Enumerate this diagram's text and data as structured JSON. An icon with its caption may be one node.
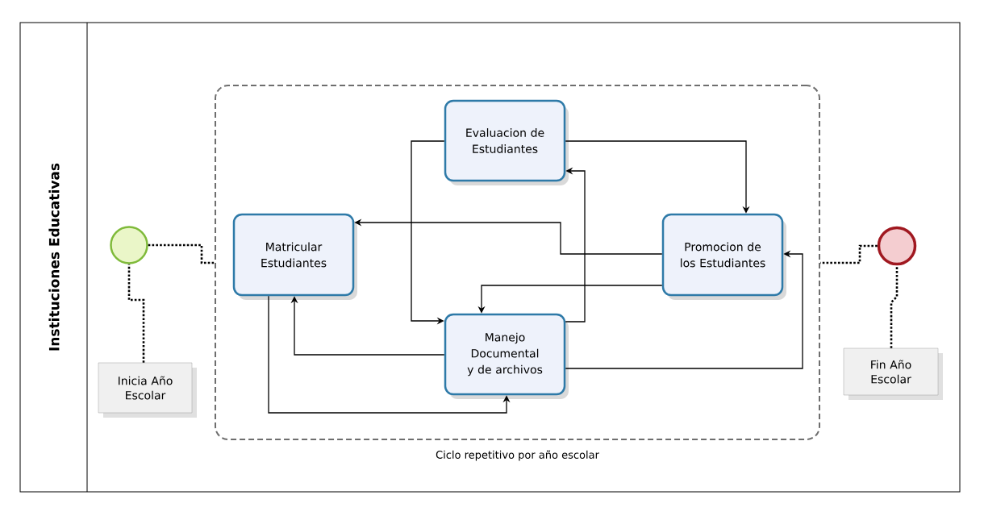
{
  "diagram": {
    "nodes": [
      {
        "text": [
          "Instituciones Educativas"
        ]
      },
      {
        "text": [
          "Ciclo repetitivo por año escolar"
        ],
        "in": 0
      },
      {
        "text": [],
        "shape": "circle",
        "in": 0
      },
      {
        "text": [
          "Inicia Año Escolar"
        ],
        "in": 0
      },
      {
        "text": [
          "Matricular Estudiantes"
        ],
        "in": 1
      },
      {
        "text": [
          "Evaluacion de Estudiantes"
        ],
        "in": 1
      },
      {
        "text": [
          "Manejo Documental y de archivos"
        ],
        "in": 1
      },
      {
        "text": [
          "Promocion de los Estudiantes"
        ],
        "in": 1
      },
      {
        "text": [],
        "shape": "circle",
        "in": 0
      },
      {
        "text": [
          "Fin Año Escolar"
        ],
        "in": 0
      }
    ],
    "edges": [
      {
        "from": 2,
        "to": 1,
        "arrow": "none",
        "style": "dashed"
      },
      {
        "from": 3,
        "to": 2,
        "arrow": "none",
        "style": "dashed"
      },
      {
        "from": 8,
        "to": 1,
        "arrow": "none",
        "style": "dashed"
      },
      {
        "from": 9,
        "to": 8,
        "arrow": "none",
        "style": "dashed"
      },
      {
        "from": 5,
        "to": 6,
        "arrow": "to"
      },
      {
        "from": 5,
        "to": 7,
        "arrow": "to"
      },
      {
        "from": 7,
        "to": 4,
        "arrow": "to"
      },
      {
        "from": 7,
        "to": 6,
        "arrow": "to"
      },
      {
        "from": 6,
        "to": 5,
        "arrow": "to"
      },
      {
        "from": 6,
        "to": 4,
        "arrow": "to"
      },
      {
        "from": 4,
        "to": 6,
        "arrow": "to"
      },
      {
        "from": 6,
        "to": 7,
        "arrow": "to"
      }
    ]
  }
}
